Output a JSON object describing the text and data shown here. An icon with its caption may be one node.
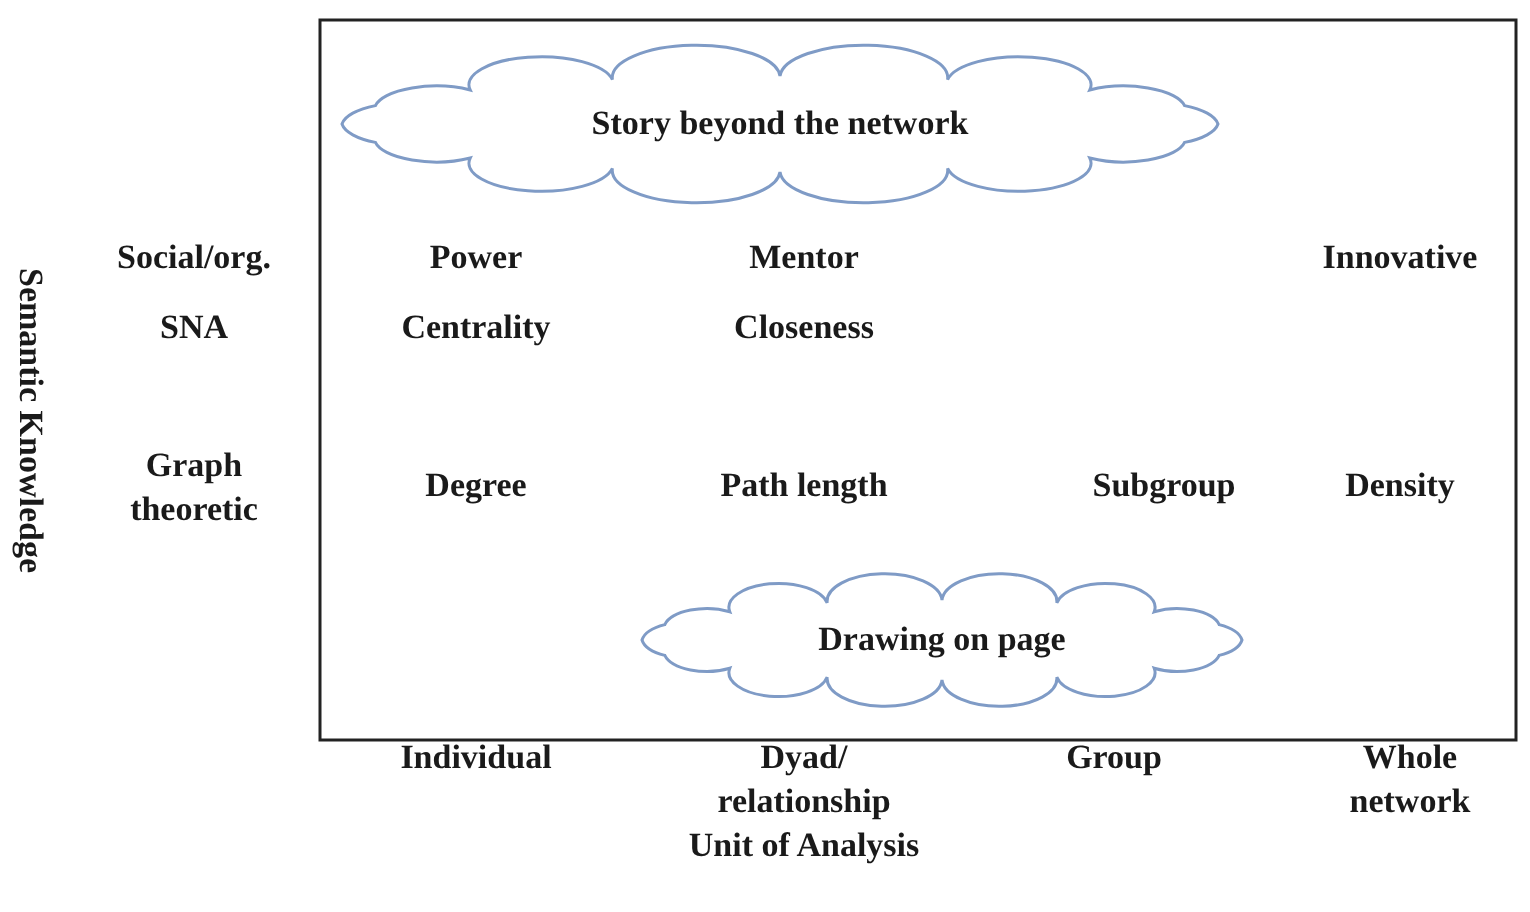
{
  "diagram": {
    "nodes": [
      {
        "text": [
          "Story beyond the network"
        ]
      },
      {
        "text": [
          "Drawing on page"
        ]
      }
    ],
    "labels": [
      "Semantic Knowledge",
      "Social/org.",
      "Power",
      "Mentor",
      "Innovative",
      "SNA",
      "Centrality",
      "Closeness",
      "Graph theoretic",
      "Degree",
      "Path length",
      "Subgroup",
      "Density",
      "Individual",
      "Dyad/ relationship",
      "Group",
      "Whole network",
      "Unit of Analysis"
    ]
  }
}
